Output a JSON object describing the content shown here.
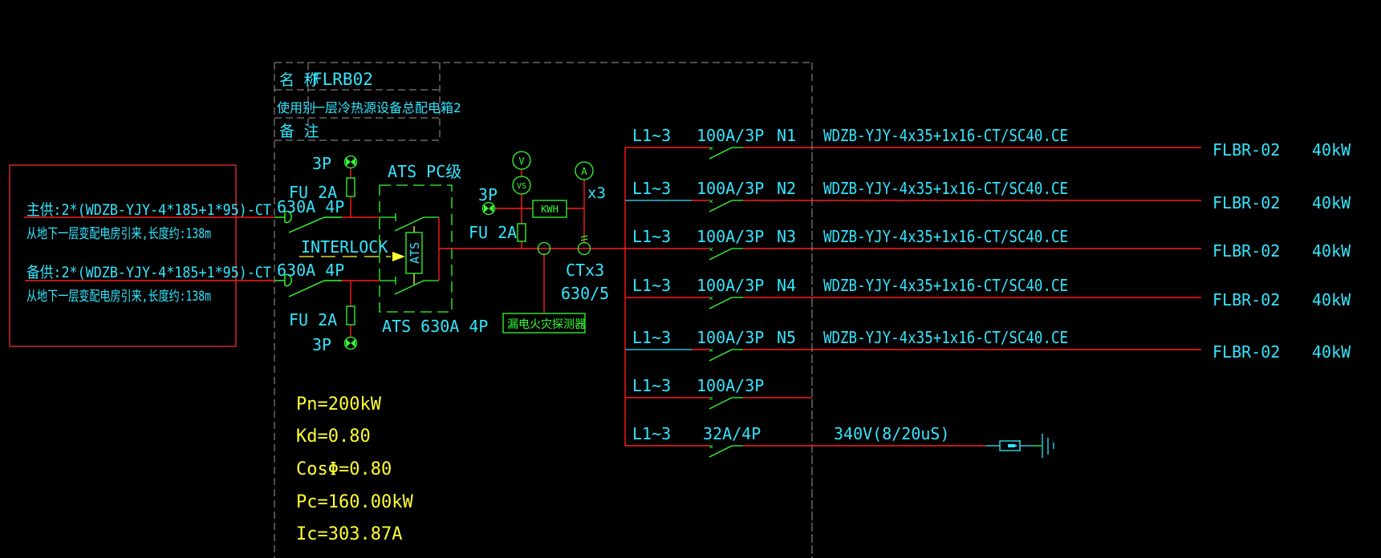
{
  "title_block": {
    "name_label": "名 称",
    "name_value": "FLRB02",
    "use_label": "使用别",
    "use_value": "一层冷热源设备总配电箱2",
    "note_label": "备 注",
    "note_value": ""
  },
  "incoming": {
    "main_cable": "主供:2*(WDZB-YJY-4*185+1*95)-CT",
    "main_source": "从地下一层变配电房引来,长度约:138m",
    "backup_cable": "备供:2*(WDZB-YJY-4*185+1*95)-CT",
    "backup_source": "从地下一层变配电房引来,长度约:138m",
    "main_breaker": "630A 4P",
    "backup_breaker": "630A 4P",
    "main_fuse": "FU 2A",
    "backup_fuse": "FU 2A",
    "main_lamp": "3P",
    "backup_lamp": "3P",
    "interlock": "INTERLOCK"
  },
  "ats": {
    "title": "ATS PC级",
    "symbol": "ATS",
    "rating": "ATS 630A 4P"
  },
  "metering": {
    "lamp": "3P",
    "fuse": "FU 2A",
    "voltmeter": "V",
    "voltmeter_switch": "VS",
    "energy_meter": "KWH",
    "ammeter": "A",
    "ammeter_count": "x3",
    "ct_count": "CTx3",
    "ct_ratio": "630/5",
    "leakage_detector": "漏电火灾探测器"
  },
  "circuits": [
    {
      "phase": "L1~3",
      "breaker": "100A/3P",
      "id": "N1",
      "cable": "WDZB-YJY-4x35+1x16-CT/SC40.CE",
      "load": "FLBR-02",
      "power": "40kW"
    },
    {
      "phase": "L1~3",
      "breaker": "100A/3P",
      "id": "N2",
      "cable": "WDZB-YJY-4x35+1x16-CT/SC40.CE",
      "load": "FLBR-02",
      "power": "40kW"
    },
    {
      "phase": "L1~3",
      "breaker": "100A/3P",
      "id": "N3",
      "cable": "WDZB-YJY-4x35+1x16-CT/SC40.CE",
      "load": "FLBR-02",
      "power": "40kW"
    },
    {
      "phase": "L1~3",
      "breaker": "100A/3P",
      "id": "N4",
      "cable": "WDZB-YJY-4x35+1x16-CT/SC40.CE",
      "load": "FLBR-02",
      "power": "40kW"
    },
    {
      "phase": "L1~3",
      "breaker": "100A/3P",
      "id": "N5",
      "cable": "WDZB-YJY-4x35+1x16-CT/SC40.CE",
      "load": "FLBR-02",
      "power": "40kW"
    }
  ],
  "spare": {
    "phase": "L1~3",
    "breaker": "100A/3P"
  },
  "spd": {
    "phase": "L1~3",
    "breaker": "32A/4P",
    "rating": "340V(8/20uS)"
  },
  "calc": {
    "pn": "Pn=200kW",
    "kd": "Kd=0.80",
    "cos": "CosΦ=0.80",
    "pc": "Pc=160.00kW",
    "ic": "Ic=303.87A"
  },
  "colors": {
    "background": "#000000",
    "wire": "#ff1a1a",
    "text": "#33e6ff",
    "device": "#33ff33",
    "calc_text": "#ffff33",
    "frame": "#9a9a9a"
  }
}
